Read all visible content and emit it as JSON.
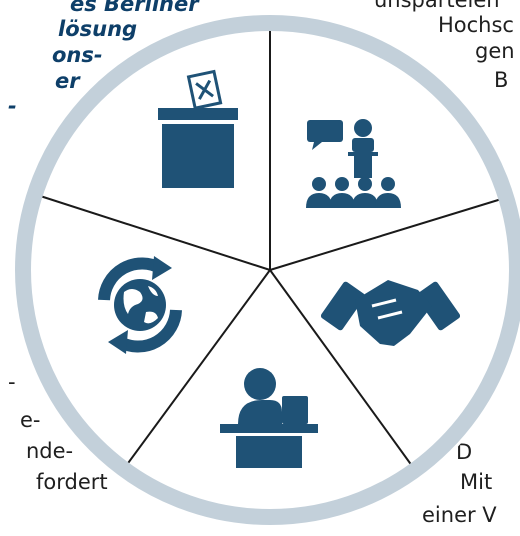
{
  "text_fragments": {
    "left_top_1": "es Berliner",
    "left_top_2": "lösung",
    "left_top_3": "ons-",
    "left_top_4": "er",
    "left_top_5": "-",
    "left_bottom_1": "-",
    "left_bottom_2": "e-",
    "left_bottom_3": "nde-",
    "left_bottom_4": "fordert",
    "right_top_1": "ünsparteien",
    "right_top_2": "Hochsc",
    "right_top_3": "gen",
    "right_top_4": "B",
    "right_bottom_1": "D",
    "right_bottom_2": "Mit",
    "right_bottom_3": "einer V"
  },
  "wheel": {
    "segments": [
      {
        "icon": "ballot-box-icon"
      },
      {
        "icon": "lecture-audience-icon"
      },
      {
        "icon": "handshake-icon"
      },
      {
        "icon": "person-at-desk-icon"
      },
      {
        "icon": "globe-cycle-icon"
      }
    ],
    "colors": {
      "ring": "#c3d0da",
      "icon": "#1f5276",
      "lines": "#1a1a1a"
    }
  }
}
